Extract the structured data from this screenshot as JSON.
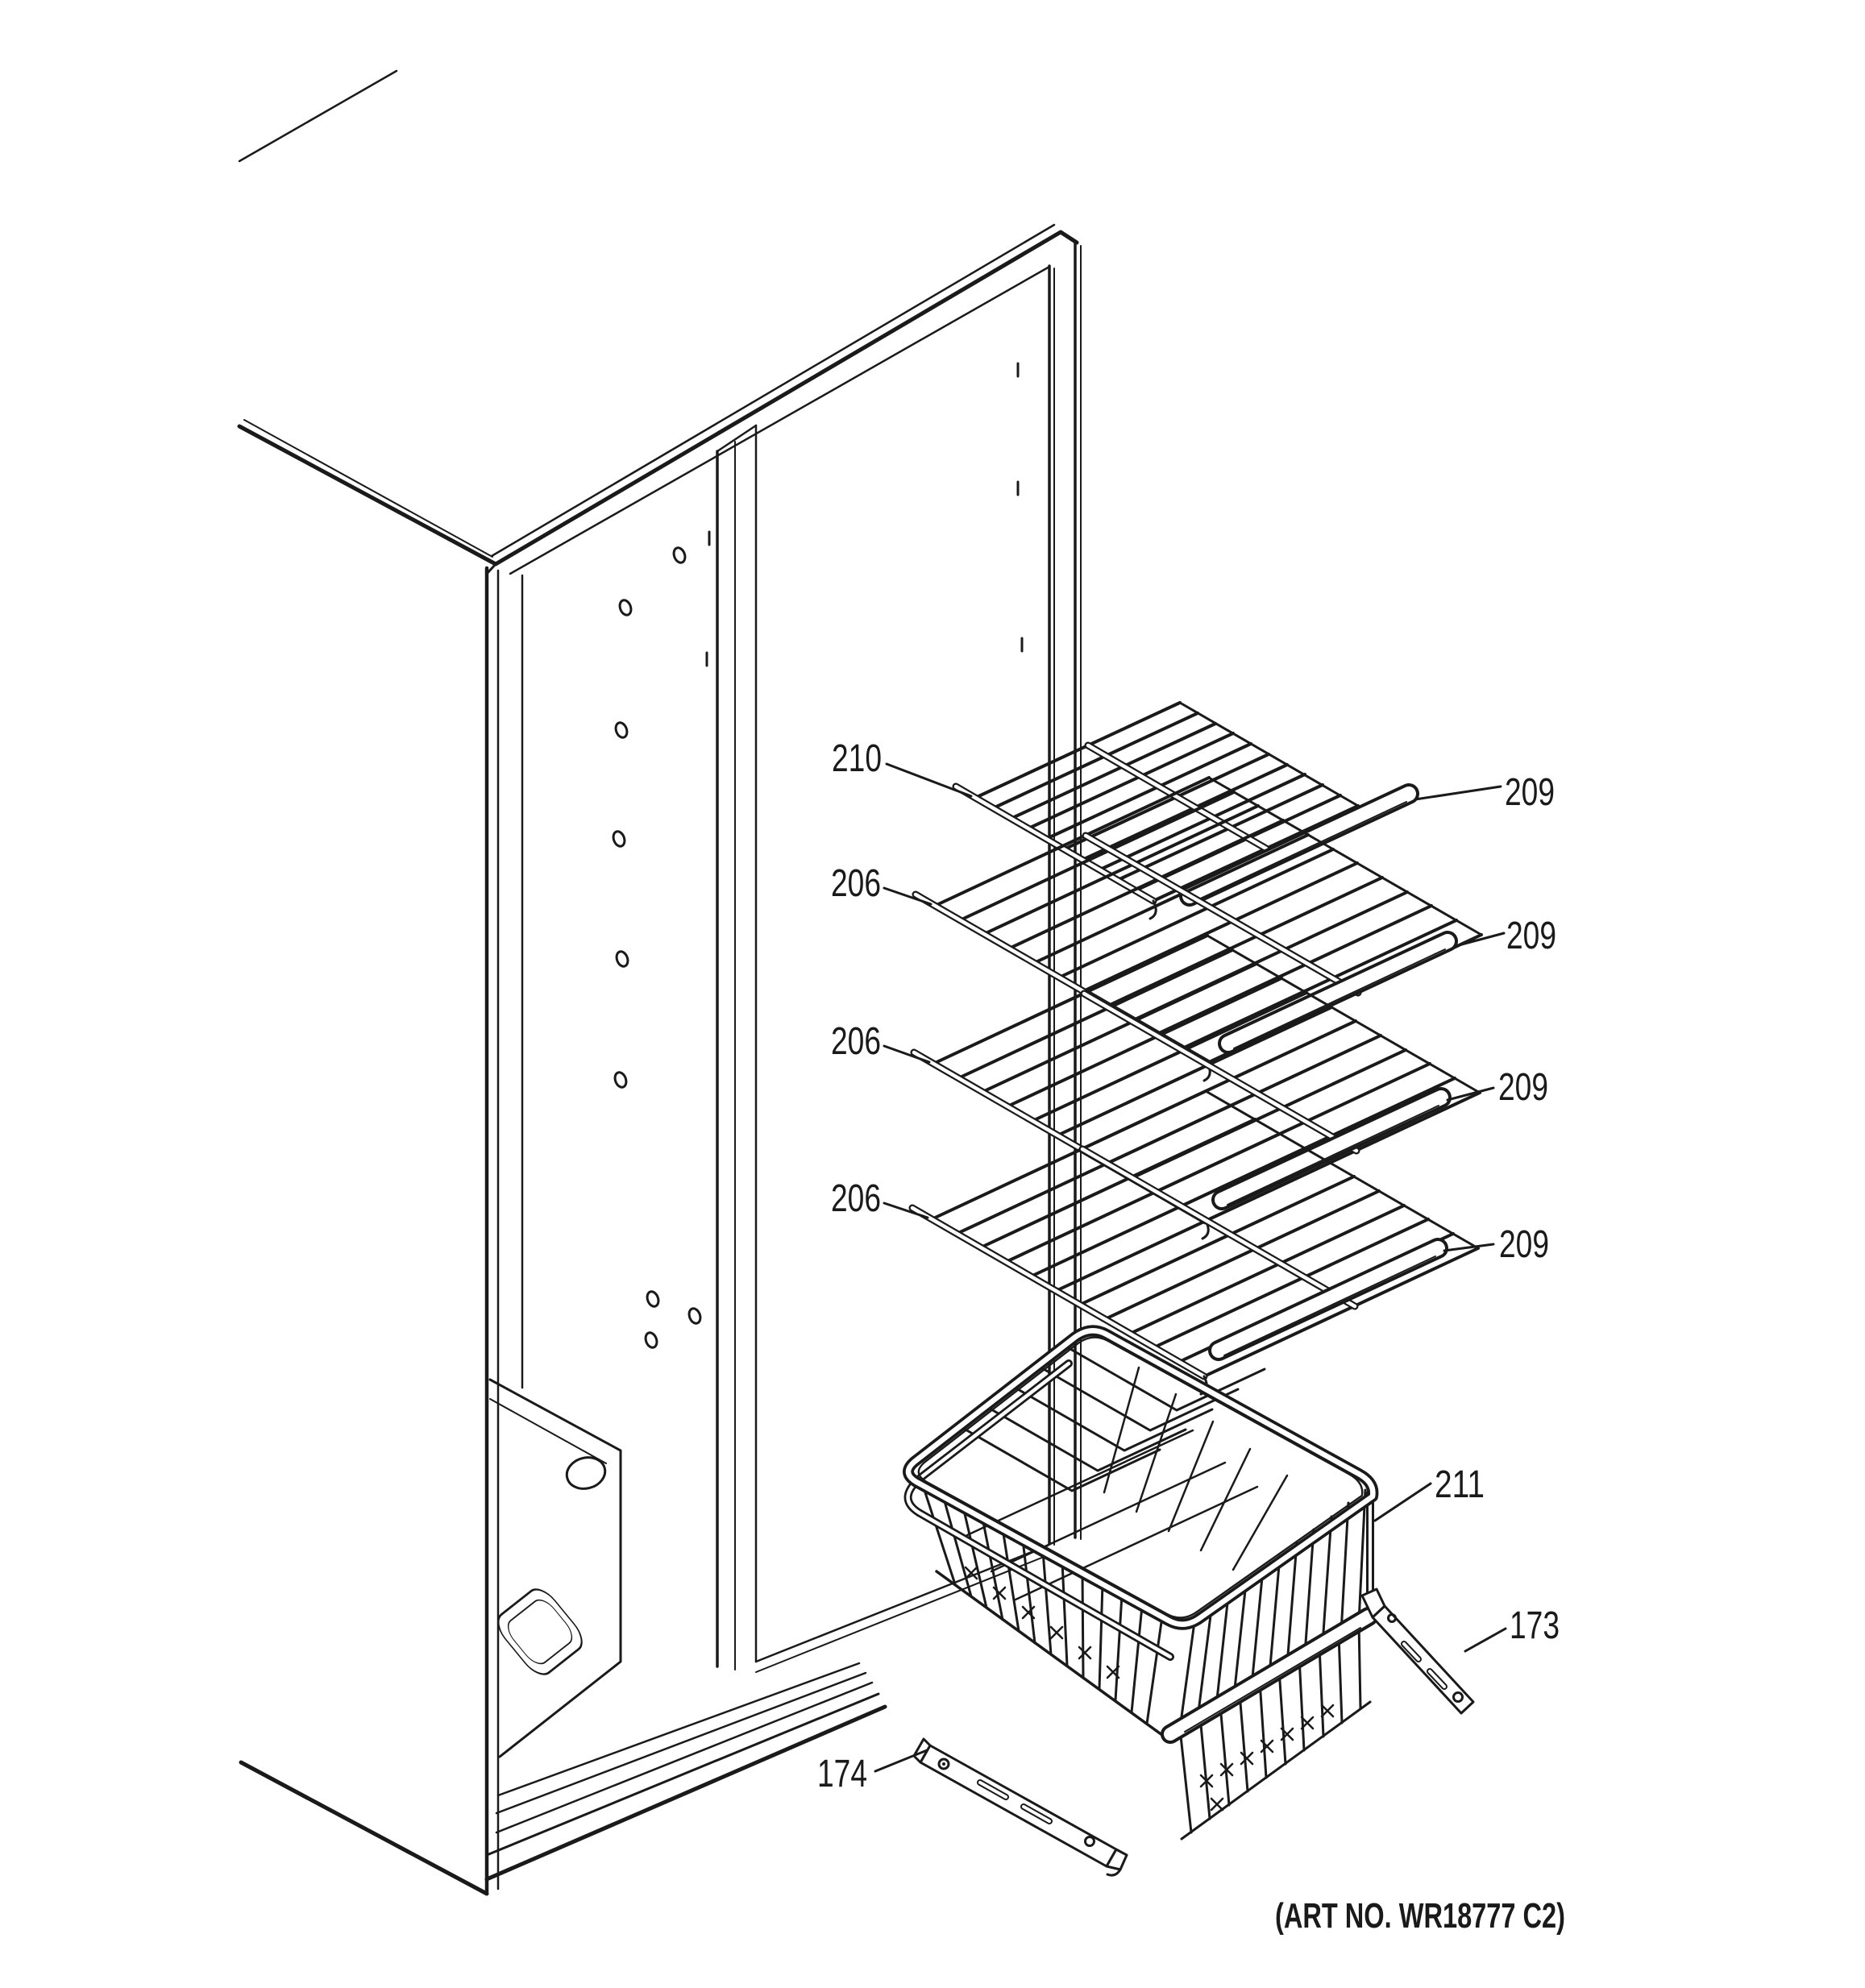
{
  "diagram": {
    "art_no": "(ART NO. WR18777 C2)",
    "colors": {
      "line": "#1a1a1a",
      "background": "#ffffff"
    },
    "callouts": [
      {
        "part": "210"
      },
      {
        "part": "206"
      },
      {
        "part": "206"
      },
      {
        "part": "206"
      },
      {
        "part": "209"
      },
      {
        "part": "209"
      },
      {
        "part": "209"
      },
      {
        "part": "209"
      },
      {
        "part": "211"
      },
      {
        "part": "173"
      },
      {
        "part": "174"
      }
    ]
  }
}
